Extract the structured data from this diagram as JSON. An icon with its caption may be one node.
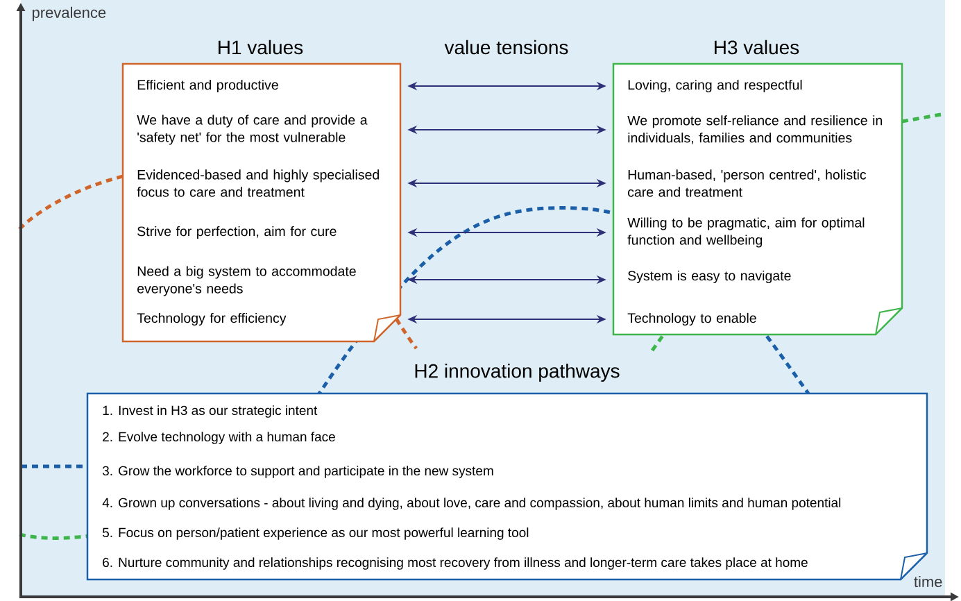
{
  "diagram": {
    "nodes": [
      {
        "text": [
          "H1 values",
          "Efficient and productive",
          "We have a duty of care and provide a 'safety net' for the most vulnerable",
          "Evidenced-based and highly specialised focus to care and treatment",
          "Strive for perfection,  aim for cure",
          "Need a big system to accommodate everyone's needs",
          "Technology for efficiency"
        ]
      },
      {
        "text": [
          "H3 values",
          "Loving,  caring and respectful",
          "We promote self-reliance and resilience in individuals, families and communities",
          "Human-based, 'person centred', holistic care and treatment",
          "Willing to be pragmatic, aim for optimal function and wellbeing",
          "System is easy to navigate",
          "Technology to enable"
        ]
      },
      {
        "text": [
          "H2 innovation pathways",
          "1. Invest in H3 as our strategic intent",
          "2. Evolve technology with a human face",
          "3. Grow the workforce to support and participate in the new system",
          "4. Grown up conversations  - about living and dying, about love, care and compassion, about human limits and human potential",
          "5. Focus on person/patient experience as our most powerful learning tool",
          "6. Nurture community and relationships recognising most recovery from illness and longer-term care takes place at home"
        ]
      }
    ],
    "edges": [
      {
        "from": 0,
        "to": 1,
        "arrow": "both"
      },
      {
        "from": 0,
        "to": 1,
        "arrow": "both"
      },
      {
        "from": 0,
        "to": 1,
        "arrow": "both"
      },
      {
        "from": 0,
        "to": 1,
        "arrow": "both"
      },
      {
        "from": 0,
        "to": 1,
        "arrow": "both"
      },
      {
        "from": 0,
        "to": 1,
        "arrow": "both"
      }
    ],
    "labels": [
      "prevalence",
      "value tensions",
      "time"
    ]
  }
}
